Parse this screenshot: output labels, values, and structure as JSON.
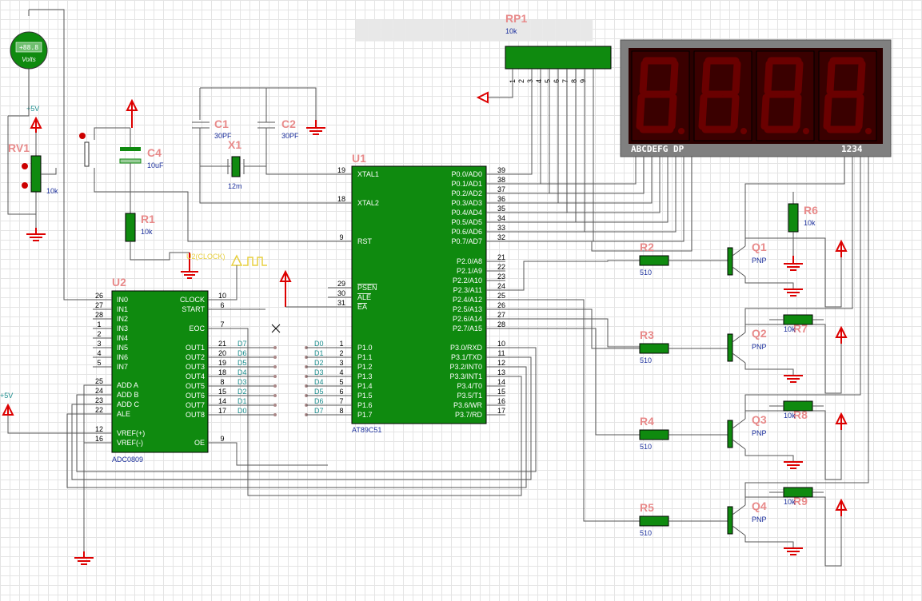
{
  "header": {
    "obscured_title": "███████████████████"
  },
  "voltmeter": {
    "reading": "+88.8",
    "unit": "Volts"
  },
  "rv1": {
    "ref": "RV1",
    "value": "10k",
    "supply": "+5V"
  },
  "c4": {
    "ref": "C4",
    "value": "10uF"
  },
  "r1": {
    "ref": "R1",
    "value": "10k"
  },
  "c1": {
    "ref": "C1",
    "value": "30PF"
  },
  "c2": {
    "ref": "C2",
    "value": "30PF"
  },
  "x1": {
    "ref": "X1",
    "value": "12m"
  },
  "rp1": {
    "ref": "RP1",
    "value": "10k",
    "pins": [
      "1",
      "2",
      "3",
      "4",
      "5",
      "6",
      "7",
      "8",
      "9"
    ]
  },
  "display": {
    "digits": [
      "8.",
      "8.",
      "8.",
      "8."
    ],
    "seg_label": "ABCDEFG  DP",
    "digit_label": "1234"
  },
  "u1": {
    "ref": "U1",
    "part": "AT89C51",
    "left_pins": [
      {
        "name": "XTAL1",
        "num": "19"
      },
      {
        "name": "XTAL2",
        "num": "18"
      },
      {
        "name": "RST",
        "num": "9"
      },
      {
        "name": "PSEN",
        "num": "29"
      },
      {
        "name": "ALE",
        "num": "30"
      },
      {
        "name": "EA",
        "num": "31"
      },
      {
        "name": "P1.0",
        "num": "1"
      },
      {
        "name": "P1.1",
        "num": "2"
      },
      {
        "name": "P1.2",
        "num": "3"
      },
      {
        "name": "P1.3",
        "num": "4"
      },
      {
        "name": "P1.4",
        "num": "5"
      },
      {
        "name": "P1.5",
        "num": "6"
      },
      {
        "name": "P1.6",
        "num": "7"
      },
      {
        "name": "P1.7",
        "num": "8"
      }
    ],
    "right_pins": [
      {
        "name": "P0.0/AD0",
        "num": "39"
      },
      {
        "name": "P0.1/AD1",
        "num": "38"
      },
      {
        "name": "P0.2/AD2",
        "num": "37"
      },
      {
        "name": "P0.3/AD3",
        "num": "36"
      },
      {
        "name": "P0.4/AD4",
        "num": "35"
      },
      {
        "name": "P0.5/AD5",
        "num": "34"
      },
      {
        "name": "P0.6/AD6",
        "num": "33"
      },
      {
        "name": "P0.7/AD7",
        "num": "32"
      },
      {
        "name": "P2.0/A8",
        "num": "21"
      },
      {
        "name": "P2.1/A9",
        "num": "22"
      },
      {
        "name": "P2.2/A10",
        "num": "23"
      },
      {
        "name": "P2.3/A11",
        "num": "24"
      },
      {
        "name": "P2.4/A12",
        "num": "25"
      },
      {
        "name": "P2.5/A13",
        "num": "26"
      },
      {
        "name": "P2.6/A14",
        "num": "27"
      },
      {
        "name": "P2.7/A15",
        "num": "28"
      },
      {
        "name": "P3.0/RXD",
        "num": "10"
      },
      {
        "name": "P3.1/TXD",
        "num": "11"
      },
      {
        "name": "P3.2/INT0",
        "num": "12"
      },
      {
        "name": "P3.3/INT1",
        "num": "13"
      },
      {
        "name": "P3.4/T0",
        "num": "14"
      },
      {
        "name": "P3.5/T1",
        "num": "15"
      },
      {
        "name": "P3.6/WR",
        "num": "16"
      },
      {
        "name": "P3.7/RD",
        "num": "17"
      }
    ],
    "p1_nets": [
      "D0",
      "D1",
      "D2",
      "D3",
      "D4",
      "D5",
      "D6",
      "D7"
    ]
  },
  "u2": {
    "ref": "U2",
    "part": "ADC0809",
    "left_pins": [
      {
        "name": "IN0",
        "num": "26"
      },
      {
        "name": "IN1",
        "num": "27"
      },
      {
        "name": "IN2",
        "num": "28"
      },
      {
        "name": "IN3",
        "num": "1"
      },
      {
        "name": "IN4",
        "num": "2"
      },
      {
        "name": "IN5",
        "num": "3"
      },
      {
        "name": "IN6",
        "num": "4"
      },
      {
        "name": "IN7",
        "num": "5"
      },
      {
        "name": "ADD A",
        "num": "25"
      },
      {
        "name": "ADD B",
        "num": "24"
      },
      {
        "name": "ADD C",
        "num": "23"
      },
      {
        "name": "ALE",
        "num": "22"
      },
      {
        "name": "VREF(+)",
        "num": "12"
      },
      {
        "name": "VREF(-)",
        "num": "16"
      }
    ],
    "right_pins": [
      {
        "name": "CLOCK",
        "num": "10"
      },
      {
        "name": "START",
        "num": "6"
      },
      {
        "name": "EOC",
        "num": "7"
      },
      {
        "name": "OUT1",
        "num": "21"
      },
      {
        "name": "OUT2",
        "num": "20"
      },
      {
        "name": "OUT3",
        "num": "19"
      },
      {
        "name": "OUT4",
        "num": "18"
      },
      {
        "name": "OUT5",
        "num": "8"
      },
      {
        "name": "OUT6",
        "num": "15"
      },
      {
        "name": "OUT7",
        "num": "14"
      },
      {
        "name": "OUT8",
        "num": "17"
      },
      {
        "name": "OE",
        "num": "9"
      }
    ],
    "out_nets": [
      "D7",
      "D6",
      "D5",
      "D4",
      "D3",
      "D2",
      "D1",
      "D0"
    ]
  },
  "clock_source": {
    "label": "U2(CLOCK)"
  },
  "vref_supply": {
    "label": "+5V"
  },
  "transistors": [
    {
      "ref": "Q1",
      "type": "PNP"
    },
    {
      "ref": "Q2",
      "type": "PNP"
    },
    {
      "ref": "Q3",
      "type": "PNP"
    },
    {
      "ref": "Q4",
      "type": "PNP"
    }
  ],
  "base_resistors": [
    {
      "ref": "R2",
      "value": "510"
    },
    {
      "ref": "R3",
      "value": "510"
    },
    {
      "ref": "R4",
      "value": "510"
    },
    {
      "ref": "R5",
      "value": "510"
    }
  ],
  "pullups": [
    {
      "ref": "R6",
      "value": "10k"
    },
    {
      "ref": "R7",
      "value": "10k"
    },
    {
      "ref": "R8",
      "value": "10k"
    },
    {
      "ref": "R9",
      "value": "10k"
    }
  ]
}
